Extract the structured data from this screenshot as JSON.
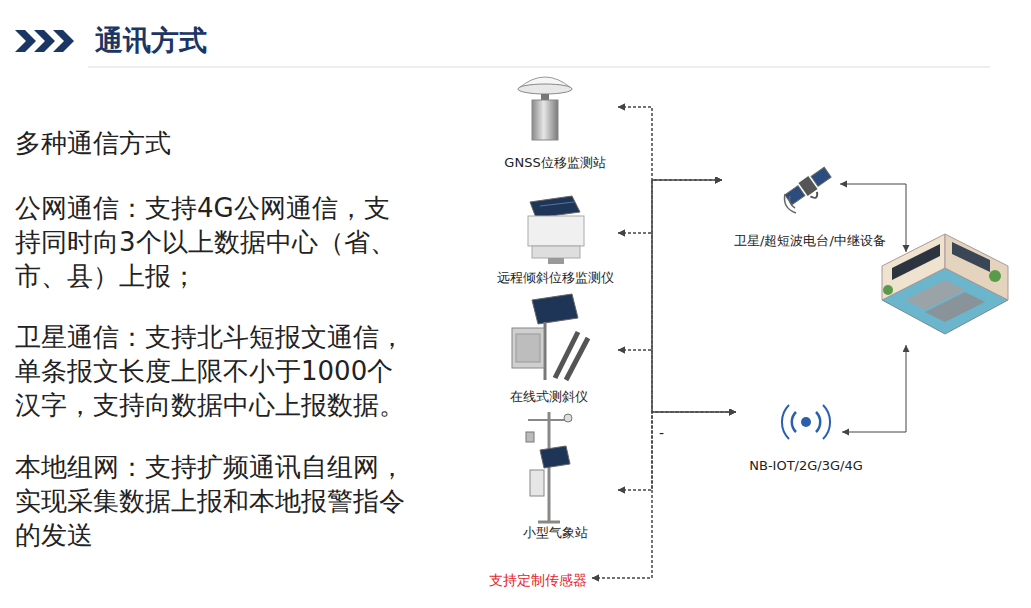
{
  "diagram": {
    "title": "通讯方式",
    "nodes": [
      {
        "text": [
          "GNSS位移监测站"
        ]
      },
      {
        "text": [
          "远程倾斜位移监测仪"
        ]
      },
      {
        "text": [
          "在线式测斜仪"
        ]
      },
      {
        "text": [
          "小型气象站"
        ]
      },
      {
        "text": [
          "支持定制传感器"
        ]
      },
      {
        "text": [
          "卫星/超短波电台/中继设备"
        ]
      },
      {
        "text": [
          "NB-IOT/2G/3G/4G"
        ]
      }
    ],
    "edges": [
      {
        "from": 0,
        "to": 5,
        "arrow": "both"
      },
      {
        "from": 1,
        "to": 5,
        "arrow": "both"
      },
      {
        "from": 2,
        "to": 5,
        "arrow": "both"
      },
      {
        "from": 3,
        "to": 5,
        "arrow": "both"
      },
      {
        "from": 4,
        "to": 5,
        "arrow": "both"
      },
      {
        "from": 0,
        "to": 6,
        "arrow": "both"
      },
      {
        "from": 1,
        "to": 6,
        "arrow": "both"
      },
      {
        "from": 2,
        "to": 6,
        "arrow": "both"
      },
      {
        "from": 3,
        "to": 6,
        "arrow": "both"
      },
      {
        "from": 4,
        "to": 6,
        "arrow": "both"
      }
    ],
    "labels": [
      "多种通信方式",
      "公网通信：支持4G公网通信，支持同时向3个以上数据中心（省、市、县）上报；",
      "卫星通信：支持北斗短报文通信，单条报文长度上限不小于1000个汉字，支持向数据中心上报数据。",
      "本地组网：支持扩频通讯自组网，实现采集数据上报和本地报警指令的发送",
      "-"
    ]
  }
}
